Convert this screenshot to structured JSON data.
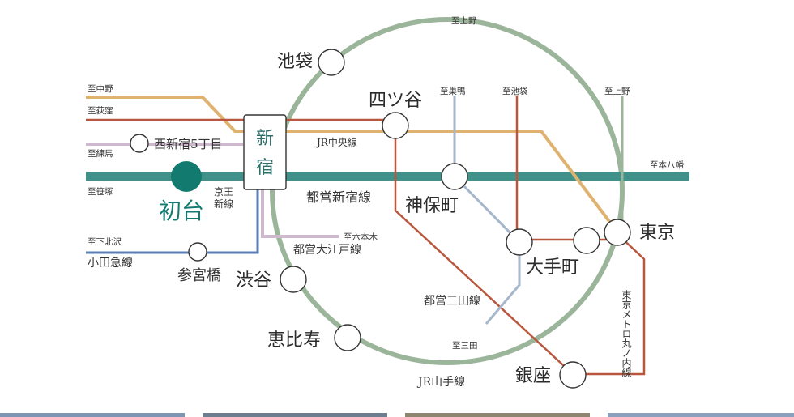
{
  "colors": {
    "yamanote": "#9bb59a",
    "shinjuku_line": "#3f9189",
    "chuo": "#dfb36f",
    "marunouchi": "#b9573e",
    "oedo": "#cdb8ce",
    "mita": "#a6b7cb",
    "keio_new": "#5b7fb4",
    "odakyu": "#5b7fb4",
    "hatsudai": "#127a6f"
  },
  "stations": {
    "ikebukuro": "池袋",
    "yotsuya": "四ツ谷",
    "shinjuku": "新宿",
    "nishishinjuku": "西新宿5丁目",
    "hatsudai": "初台",
    "sangubashi": "参宮橋",
    "shibuya": "渋谷",
    "ebisu": "恵比寿",
    "jimbocho": "神保町",
    "otemachi": "大手町",
    "tokyo": "東京",
    "ginza": "銀座"
  },
  "directions": {
    "ueno_top": "至上野",
    "nakano": "至中野",
    "ogikubo": "至荻窪",
    "nerima": "至練馬",
    "sasazuka": "至笹塚",
    "shimokitazawa": "至下北沢",
    "sugamo": "至巣鴨",
    "ikebukuro": "至池袋",
    "ueno_right": "至上野",
    "motoyawata": "至本八幡",
    "roppongi": "至六本木",
    "mita": "至三田"
  },
  "lines": {
    "chuo": "JR中央線",
    "shinjuku": "都営新宿線",
    "oedo": "都営大江戸線",
    "mita": "都営三田線",
    "yamanote": "JR山手線",
    "odakyu": "小田急線",
    "keio_new_1": "京王",
    "keio_new_2": "新線",
    "marunouchi": "東京メトロ丸ノ内線"
  },
  "bottom_strip_colors": [
    "#7e96b3",
    "#6d7f8f",
    "#8e8570",
    "#8aa0bd"
  ]
}
